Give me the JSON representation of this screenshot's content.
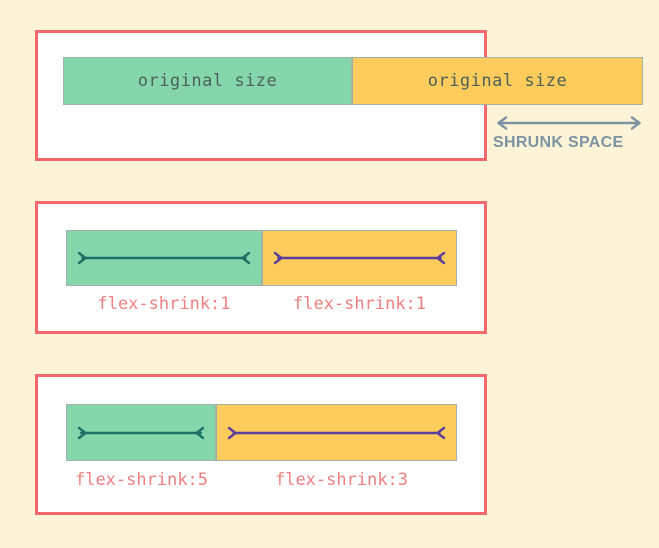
{
  "diagram": {
    "title": "flex-shrink illustration",
    "background_color": "#fdf4d7",
    "frame_color": "#f4686b",
    "green_color": "#85d6ab",
    "orange_color": "#fdcc5c",
    "green_arrow_color": "#1f6f66",
    "orange_arrow_color": "#5b3f9e",
    "caption_color": "#f08080",
    "shrunk_label_color": "#7d93a3"
  },
  "panels": [
    {
      "id": "panel-1",
      "items": [
        {
          "label": "original size",
          "color": "green"
        },
        {
          "label": "original size",
          "color": "orange"
        }
      ],
      "annotation": {
        "label": "SHRUNK SPACE",
        "icon": "double-arrow-horizontal-icon"
      }
    },
    {
      "id": "panel-2",
      "items": [
        {
          "label": "",
          "color": "green",
          "caption": "flex-shrink:1"
        },
        {
          "label": "",
          "color": "orange",
          "caption": "flex-shrink:1"
        }
      ]
    },
    {
      "id": "panel-3",
      "items": [
        {
          "label": "",
          "color": "green",
          "caption": "flex-shrink:5"
        },
        {
          "label": "",
          "color": "orange",
          "caption": "flex-shrink:3"
        }
      ]
    }
  ]
}
